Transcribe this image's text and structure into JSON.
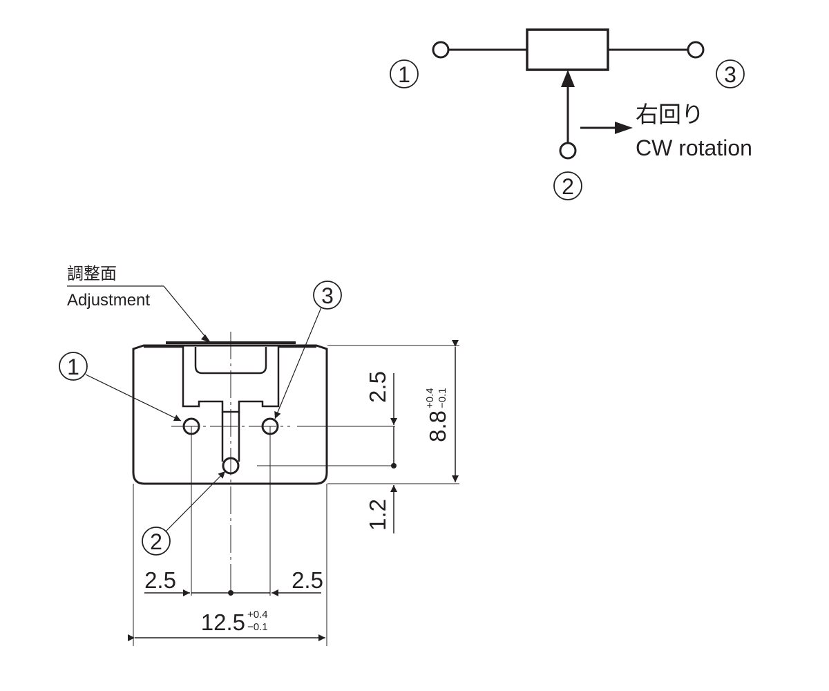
{
  "schematic": {
    "terminal_1": "1",
    "terminal_2": "2",
    "terminal_3": "3",
    "rotation_jp": "右回り",
    "rotation_en": "CW rotation"
  },
  "drawing": {
    "adjustment_jp": "調整面",
    "adjustment_en": "Adjustment",
    "terminal_1": "1",
    "terminal_2": "2",
    "terminal_3": "3",
    "dim_width": "12.5",
    "dim_width_tol_plus": "+0.4",
    "dim_width_tol_minus": "−0.1",
    "dim_height": "8.8",
    "dim_height_tol_plus": "+0.4",
    "dim_height_tol_minus": "−0.1",
    "dim_pitch_left": "2.5",
    "dim_pitch_right": "2.5",
    "dim_vertical_25": "2.5",
    "dim_vertical_12": "1.2"
  }
}
